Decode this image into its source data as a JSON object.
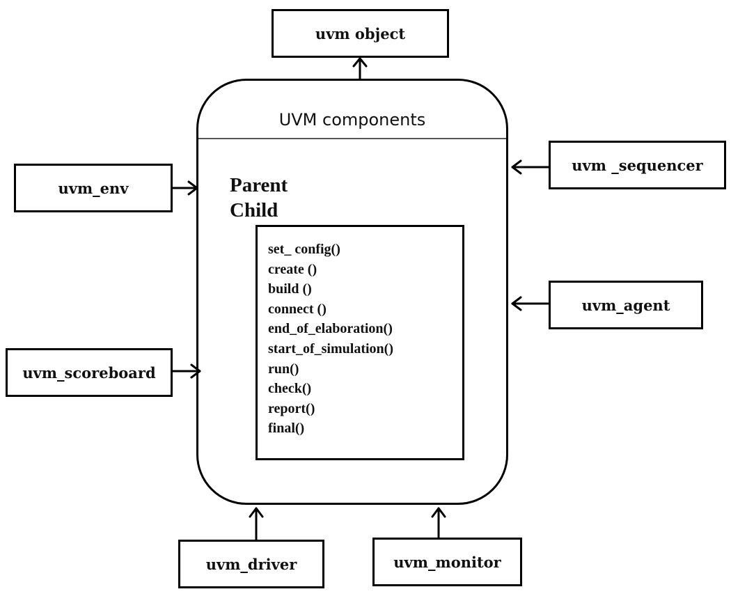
{
  "diagram": {
    "title": "UVM components",
    "labels": {
      "parent": "Parent",
      "child": "Child"
    },
    "methods": [
      "set_ config()",
      "create ()",
      "build ()",
      "connect ()",
      "end_of_elaboration()",
      "start_of_simulation()",
      "run()",
      "check()",
      "report()",
      "final()"
    ],
    "nodes": {
      "object": "uvm object",
      "env": "uvm_env",
      "scoreboard": "uvm_scoreboard",
      "sequencer": "uvm _sequencer",
      "agent": "uvm_agent",
      "driver": "uvm_driver",
      "monitor": "uvm_monitor"
    }
  }
}
